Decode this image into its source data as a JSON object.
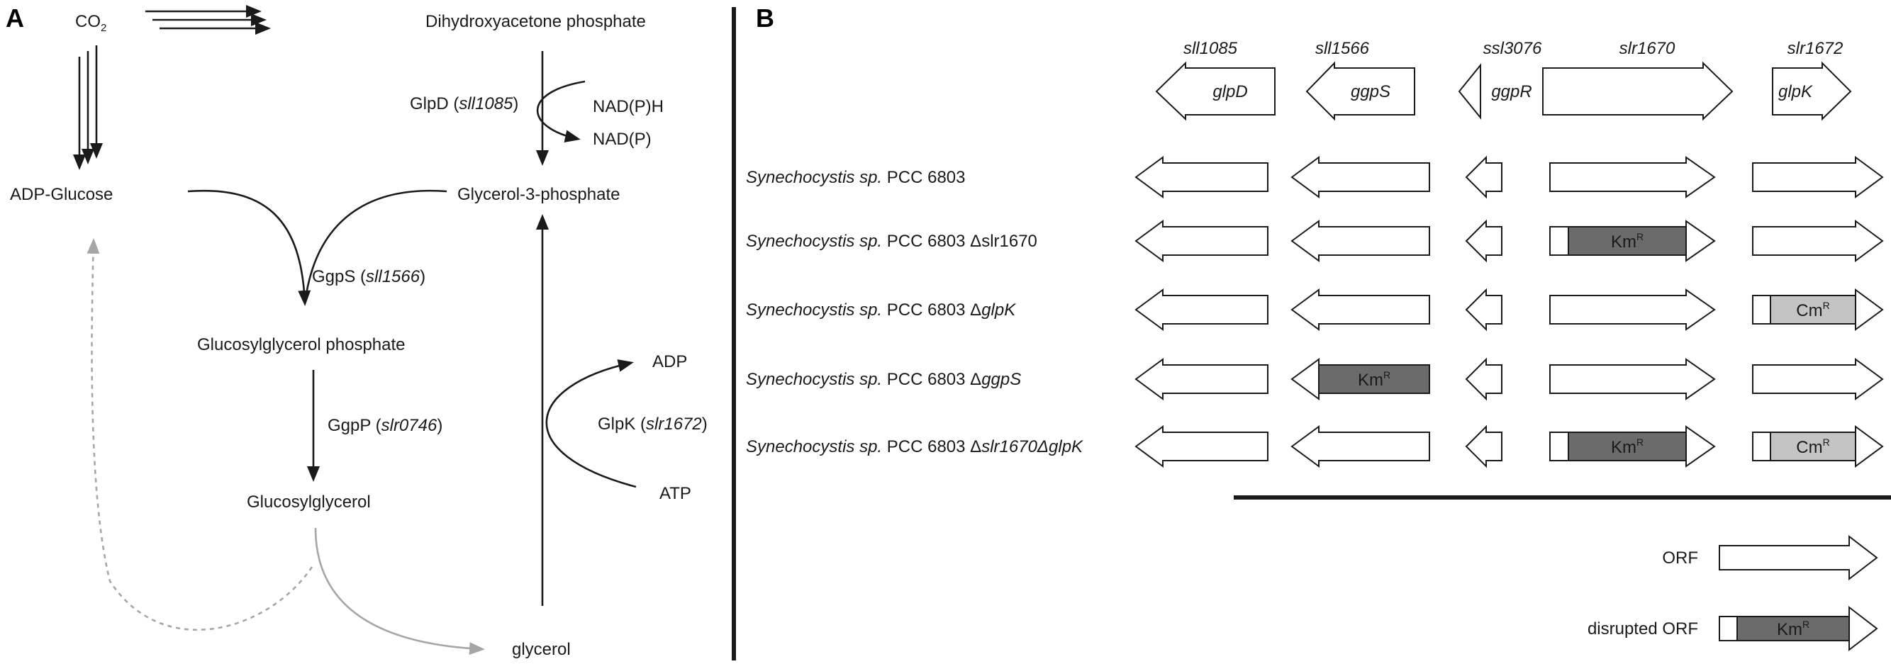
{
  "panel_a": {
    "label": "A",
    "co2": "CO",
    "co2_sub": "2",
    "dhap": "Dihydroxyacetone phosphate",
    "nadph": "NAD(P)H",
    "nadp": "NAD(P)",
    "glpd_name": "GlpD (",
    "glpd_gene": "sll1085",
    "adp_glucose": "ADP-Glucose",
    "g3p": "Glycerol-3-phosphate",
    "ggps_name": "GgpS (",
    "ggps_gene": "sll1566",
    "ggp": "Glucosylglycerol phosphate",
    "ggpp_name": "GgpP (",
    "ggpp_gene": "slr0746",
    "close_paren": ")",
    "gg": "Glucosylglycerol",
    "adp": "ADP",
    "atp": "ATP",
    "glpk_name": "GlpK  (",
    "glpk_gene": "slr1672",
    "glycerol": "glycerol"
  },
  "panel_b": {
    "label": "B",
    "gene_ids": [
      "sll1085",
      "sll1566",
      "ssl3076",
      "slr1670",
      "slr1672"
    ],
    "gene_names": [
      "glpD",
      "ggpS",
      "ggpR",
      "glpK"
    ],
    "strain_prefix": "Synechocystis sp.",
    "strain_base": " PCC 6803",
    "strains": [
      {
        "suffix": "",
        "suffix_italic": ""
      },
      {
        "suffix": " Δslr1670",
        "suffix_italic": ""
      },
      {
        "suffix": " Δ",
        "suffix_italic": "glpK"
      },
      {
        "suffix": " Δ",
        "suffix_italic": "ggpS"
      },
      {
        "suffix": " Δ",
        "suffix_italic": "slr1670ΔglpK"
      }
    ],
    "km": "Km",
    "cm": "Cm",
    "resistance_sup": "R",
    "legend_orf": "ORF",
    "legend_disrupted": "disrupted ORF"
  },
  "colors": {
    "ink": "#1a1a1a",
    "pathway_grey": "#a6a6a6",
    "km_cassette": "#6b6b6b",
    "cm_cassette": "#c4c4c4"
  }
}
